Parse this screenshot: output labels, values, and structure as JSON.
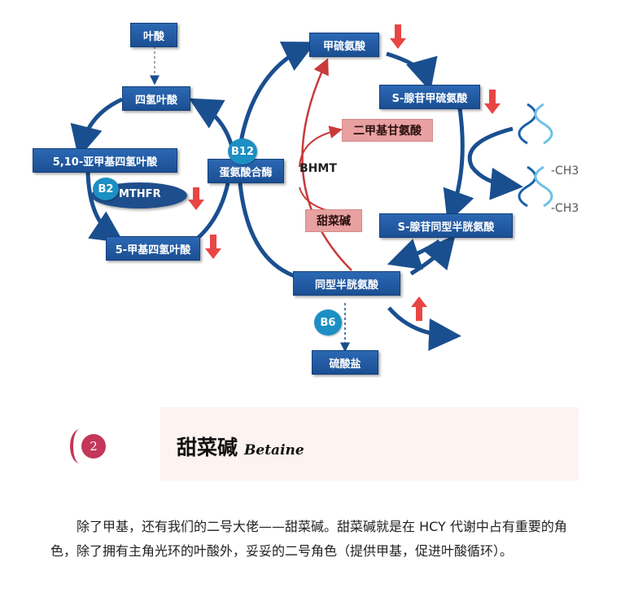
{
  "diagram": {
    "folic_acid": "叶酸",
    "thf": "四氢叶酸",
    "methylene_thf": "5,10-亚甲基四氢叶酸",
    "methyl_thf": "5-甲基四氢叶酸",
    "methionine_synthase": "蛋氨酸合酶",
    "methionine": "甲硫氨酸",
    "sam": "S-腺苷甲硫氨酸",
    "sah": "S-腺苷同型半胱氨酸",
    "homocysteine": "同型半胱氨酸",
    "sulfate": "硫酸盐",
    "dimethylglycine": "二甲基甘氨酸",
    "betaine": "甜菜碱",
    "bhmt": "BHMT",
    "mthfr": "MTHFR",
    "b2": "B2",
    "b12": "B12",
    "b6": "B6",
    "ch3_1": "-CH3",
    "ch3_2": "-CH3",
    "colors": {
      "box": "#1f5aa6",
      "arrow": "#1a4f8f",
      "red": "#e84545",
      "pink": "#e8a0a0",
      "accent": "#c4365a"
    }
  },
  "section": {
    "number": "2",
    "title": "甜菜碱",
    "subtitle": "Betaine"
  },
  "body": {
    "paragraph": "除了甲基，还有我们的二号大佬——甜菜碱。甜菜碱就是在 HCY 代谢中占有重要的角色，除了拥有主角光环的叶酸外，妥妥的二号角色（提供甲基，促进叶酸循环）。"
  }
}
